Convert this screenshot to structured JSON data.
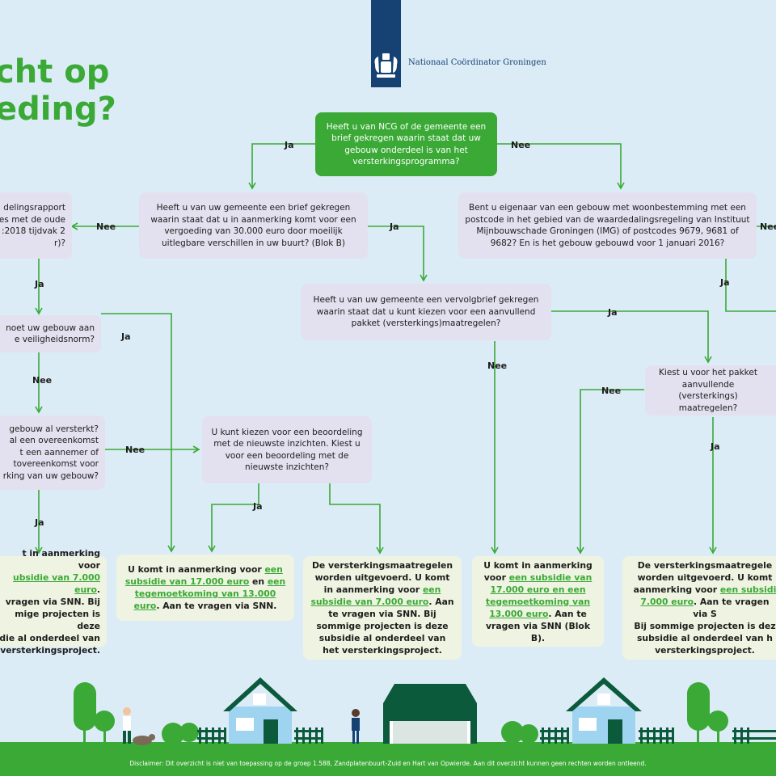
{
  "header": {
    "title_line1": "cht op",
    "title_line2": "eding?",
    "org_name": "Nationaal Coördinator Groningen",
    "logo_icon": "coat-of-arms-icon"
  },
  "colors": {
    "green": "#3aa935",
    "question_bg": "#e3e0ef",
    "result_bg": "#eff4e2",
    "sky": "#dcecf7",
    "house_dark": "#0b5a3b",
    "house_light": "#9fd4f1",
    "logo_blue": "#154273"
  },
  "boxes": {
    "q_start": "Heeft u van NCG of de gemeente een brief gekregen waarin staat dat uw gebouw onderdeel is van het versterkingsprogramma?",
    "q_30000": "Heeft u van uw gemeente een brief gekregen waarin staat dat u in aanmerking komt voor een vergoeding van 30.000 euro door moeilijk uitlegbare verschillen in uw buurt? (Blok B)",
    "q_owner": "Bent u eigenaar van een gebouw met woonbestemming met een postcode in het gebied van de waardedalingsregeling van Instituut Mijnbouwschade Groningen (IMG) of postcodes 9679, 9681 of 9682? En is het gebouw gebouwd voor 1 januari 2016?",
    "q_left_report": "delingsrapport\nes met de oude\n:2018 tijdvak 2\nr)?",
    "q_vervolgbrief": "Heeft u van uw gemeente een vervolgbrief gekregen waarin staat dat u kunt kiezen voor een aanvullend pakket (versterkings)maatregelen?",
    "q_norm": "noet uw gebouw aan\ne veiligheidsnorm?",
    "q_versterkt": "gebouw al versterkt?\nal een overeenkomst\nt een aannemer of\ntovereenkomst voor\nrking van uw gebouw?",
    "q_beoordeling": "U kunt kiezen voor een beoordeling met de nieuwste inzichten. Kiest u voor een beoordeling met de nieuwste inzichten?",
    "q_pakket": "Kiest u voor het pakket aanvullende (versterkings) maatregelen?"
  },
  "results": {
    "r_left": {
      "l1": "t in aanmerking voor",
      "l2_link": "ubsidie van 7.000 euro",
      "l2_tail": ".",
      "l3": "vragen via SNN. Bij",
      "l4": "mige projecten is deze",
      "l5": "die al onderdeel van",
      "l6": "versterkingsproject."
    },
    "r_17000": {
      "pre": "U komt in aanmerking voor ",
      "link1": "een subsidie van 17.000 euro",
      "mid": " en ",
      "link2": "een tegemoetkoming van 13.000 euro",
      "post": ". Aan te vragen via SNN."
    },
    "r_7000": {
      "pre": "De versterkingsmaatregelen worden uitgevoerd. U komt in aanmerking voor ",
      "link": "een subsidie van 7.000 euro",
      "post": ". Aan te vragen via SNN. Bij sommige projecten is deze subsidie al onderdeel van het versterkingsproject."
    },
    "r_blokb": {
      "pre": "U komt in aanmerking voor ",
      "link1": "een subsidie van 17.000 euro en een tegemoetkoming van 13.000 euro",
      "post": ". Aan te vragen via SNN (Blok B)."
    },
    "r_right": {
      "l1": "De versterkingsmaatregele",
      "l2": "worden uitgevoerd. U komt",
      "l3_pre": "aanmerking voor ",
      "l3_link": "een subsidi",
      "l4_link": "7.000 euro",
      "l4_tail": ". Aan te vragen via S",
      "l5": "Bij sommige projecten is dez",
      "l6": "subsidie al onderdeel van h",
      "l7": "versterkingsproject."
    }
  },
  "labels": {
    "ja": "Ja",
    "nee": "Nee"
  },
  "footer": {
    "disclaimer": "Disclaimer: Dit overzicht is niet van toepassing op de groep 1.588, Zandplatenbuurt-Zuid en Hart van Opwierde. Aan dit overzicht kunnen geen rechten worden ontleend."
  }
}
